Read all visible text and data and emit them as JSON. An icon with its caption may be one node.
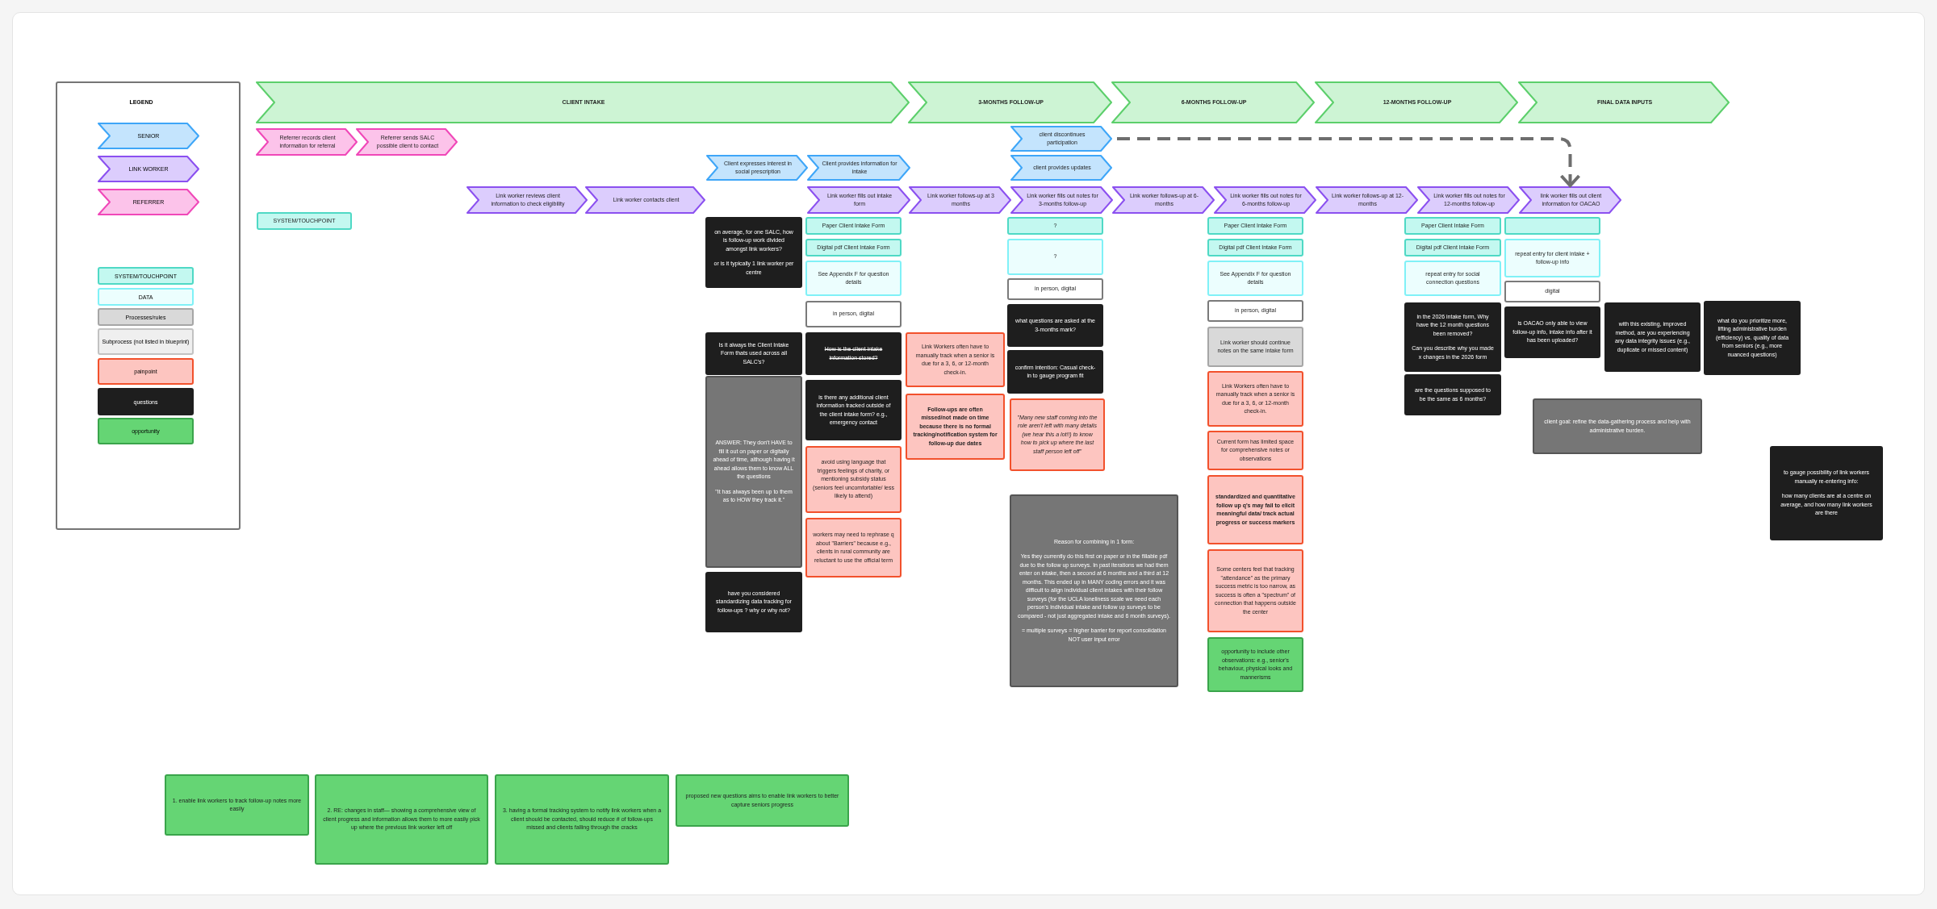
{
  "diagram": {
    "nodes": [
      {
        "text": [
          "CLIENT INTAKE"
        ]
      },
      {
        "text": [
          "3-MONTHS FOLLOW-UP"
        ]
      },
      {
        "text": [
          "6-MONTHS FOLLOW-UP"
        ]
      },
      {
        "text": [
          "12-MONTHS FOLLOW-UP"
        ]
      },
      {
        "text": [
          "FINAL DATA INPUTS"
        ]
      },
      {
        "text": [
          "Referrer records client information for referral"
        ]
      },
      {
        "text": [
          "Referrer sends SALC possible client to contact"
        ]
      },
      {
        "text": [
          "client discontinues participation"
        ]
      },
      {
        "text": [
          "Client expresses interest in social prescription"
        ]
      },
      {
        "text": [
          "Client provides information for intake"
        ]
      },
      {
        "text": [
          "client provides updates"
        ]
      },
      {
        "text": [
          "Link worker reviews client information to check eligibility"
        ]
      },
      {
        "text": [
          "Link worker contacts client"
        ]
      },
      {
        "text": [
          "Link worker fills out intake form"
        ]
      },
      {
        "text": [
          "Link worker follows-up at 3 months"
        ]
      },
      {
        "text": [
          "Link worker fills out notes for 3-months follow-up"
        ]
      },
      {
        "text": [
          "Link worker follows-up at 6-months"
        ]
      },
      {
        "text": [
          "Link worker fills out notes for 6-months follow-up"
        ]
      },
      {
        "text": [
          "Link worker follows-up at 12-months"
        ]
      },
      {
        "text": [
          "Link worker fills out notes for 12-months follow-up"
        ]
      },
      {
        "text": [
          "link worker fills out client information for OACAO"
        ]
      },
      {
        "text": [
          "SYSTEM/TOUCHPOINT"
        ]
      },
      {
        "text": [
          "on average, for one SALC, how is follow-up work divided amongst link workers?",
          "or is it typically 1 link worker per centre"
        ]
      },
      {
        "text": [
          "Is it always the Client Intake Form thats used across all SALC's?"
        ]
      },
      {
        "text": [
          "ANSWER: They don't HAVE to fill it out on paper or digitally ahead of time, although having it ahead allows them to know ALL the questions",
          "\"It has always been up to them as to HOW they track it.\""
        ]
      },
      {
        "text": [
          "have you considered standardizing data tracking for follow-ups ? why or why not?"
        ]
      },
      {
        "text": [
          "Paper Client Intake Form"
        ]
      },
      {
        "text": [
          "Digital pdf Client Intake Form"
        ]
      },
      {
        "text": [
          "See Appendix F for question details"
        ]
      },
      {
        "text": [
          "in person, digital"
        ]
      },
      {
        "text": [
          "How is the client intake information stored?"
        ]
      },
      {
        "text": [
          "is there any additional client information tracked outside of the client intake form? e.g., emergency contact"
        ]
      },
      {
        "text": [
          "avoid using language that triggers feelings of charity, or mentioning subsidy status (seniors feel uncomfortable/ less likely to attend)"
        ]
      },
      {
        "text": [
          "workers may need to rephrase q about \"Barriers\" because e.g., clients in rural community are reluctant to use the official term"
        ]
      },
      {
        "text": [
          "Link Workers often have to manually track when a senior is due for a 3, 6, or 12-month check-in."
        ]
      },
      {
        "text": [
          "Follow-ups are often missed/not made on time because there is no formal tracking/notification system for follow-up due dates"
        ]
      },
      {
        "text": [
          "?"
        ]
      },
      {
        "text": [
          "?"
        ]
      },
      {
        "text": [
          "in person, digital"
        ]
      },
      {
        "text": [
          "what questions are asked at the 3-months mark?"
        ]
      },
      {
        "text": [
          "confirm intention: Casual check-in to gauge program fit"
        ]
      },
      {
        "text": [
          "\"Many new staff coming into the role aren't left with many details (we hear this a lot!!) to know how to pick up where the last staff person left off\""
        ]
      },
      {
        "text": [
          "Reason for combining in 1 form:",
          "Yes they currently do this first on paper or in the fillable pdf due to the follow up surveys. In past iterations we had them enter on intake, then a second at 6 months and a third at 12 months. This ended up in MANY coding errors and it was difficult to align individual client intakes with their follow surveys (for the UCLA loneliness scale we need each person's individual intake and follow up surveys to be compared - not just aggregated intake and 6 month surveys).",
          "= multiple surveys = higher barrier for report consolidation NOT user input error"
        ]
      },
      {
        "text": [
          "Paper Client Intake Form"
        ]
      },
      {
        "text": [
          "Digital pdf Client Intake Form"
        ]
      },
      {
        "text": [
          "See Appendix F for question details"
        ]
      },
      {
        "text": [
          "in person, digital"
        ]
      },
      {
        "text": [
          "Link worker should continue notes on the same intake form"
        ]
      },
      {
        "text": [
          "Link Workers often have to manually track when a senior is due for a 3, 6, or 12-month check-in."
        ]
      },
      {
        "text": [
          "Current form has limited space for comprehensive notes or observations"
        ]
      },
      {
        "text": [
          "standardized and quantitative follow up q's may fail to elicit meaningful data/ track actual progress or success markers"
        ]
      },
      {
        "text": [
          "Some centers feel that tracking \"attendance\" as the primary success metric is too narrow, as success is often a \"spectrum\" of connection that happens outside the center"
        ]
      },
      {
        "text": [
          "opportunity to include other observations: e.g., senior's behaviour, physical looks and mannerisms"
        ]
      },
      {
        "text": [
          "Paper Client Intake Form"
        ]
      },
      {
        "text": [
          "Digital pdf Client Intake Form"
        ]
      },
      {
        "text": [
          "repeat entry for social connection questions"
        ]
      },
      {
        "text": [
          "in the 2026 intake form, Why have the 12 month questions been removed?",
          "Can you describe why you made x changes in the 2026 form"
        ]
      },
      {
        "text": [
          "are the questions supposed to be the same as 6 months?"
        ]
      },
      {
        "text": [],
        "shape": "box"
      },
      {
        "text": [
          "repeat entry for client intake + follow-up info"
        ]
      },
      {
        "text": [
          "digital"
        ]
      },
      {
        "text": [
          "is OACAO only able to view follow-up info, intake info after it has been uploaded?"
        ]
      },
      {
        "text": [
          "with this existing, improved  method, are you experiencing any data integrity issues (e.g., duplicate or missed content)"
        ]
      },
      {
        "text": [
          "what do you prioritize more, lifting administrative burden (efficiency) vs. quality of data from seniors (e.g., more nuanced questions)"
        ]
      },
      {
        "text": [
          "client goal:  refine the data-gathering process and help with administrative burden."
        ]
      },
      {
        "text": [
          "to gauge possibility of link workers manually re-entering info:",
          "how many clients are at a centre on average, and how many link workers are there"
        ]
      },
      {
        "text": [
          "1. enable link workers to track follow-up notes more easily"
        ]
      },
      {
        "text": [
          "2. RE: changes in staff— showing a comprehensive view of client progress and information allows them to more easily pick up where the previous link worker left off"
        ]
      },
      {
        "text": [
          "3. having a formal tracking system to notify link workers when a client should be contacted, should reduce # of follow-ups missed and clients falling through the cracks"
        ]
      },
      {
        "text": [
          "proposed new questions aims to enable link workers to better capture seniors progress"
        ]
      }
    ],
    "edges": [
      {
        "from": 7,
        "to": 20,
        "arrow": "to",
        "style": "dashed"
      }
    ],
    "labels": [
      "LEGEND"
    ],
    "legend": [
      {
        "text": "SENIOR",
        "color": "#c4e4fd"
      },
      {
        "text": "LINK WORKER",
        "color": "#dccdfd"
      },
      {
        "text": "REFERRER",
        "color": "#fcc3ea"
      },
      {
        "text": "SYSTEM/TOUCHPOINT",
        "color": "#c3f8f0"
      },
      {
        "text": "DATA",
        "color": "#ecfefe"
      },
      {
        "text": "Processes/rules",
        "color": "#d9d9d9"
      },
      {
        "text": "Subprocess (not listed in blueprint)",
        "color": "#efefef"
      },
      {
        "text": "painpoint",
        "color": "#fdc5c0"
      },
      {
        "text": "questions",
        "color": "#1e1e1e"
      },
      {
        "text": "opportunity",
        "color": "#65d574"
      }
    ]
  }
}
